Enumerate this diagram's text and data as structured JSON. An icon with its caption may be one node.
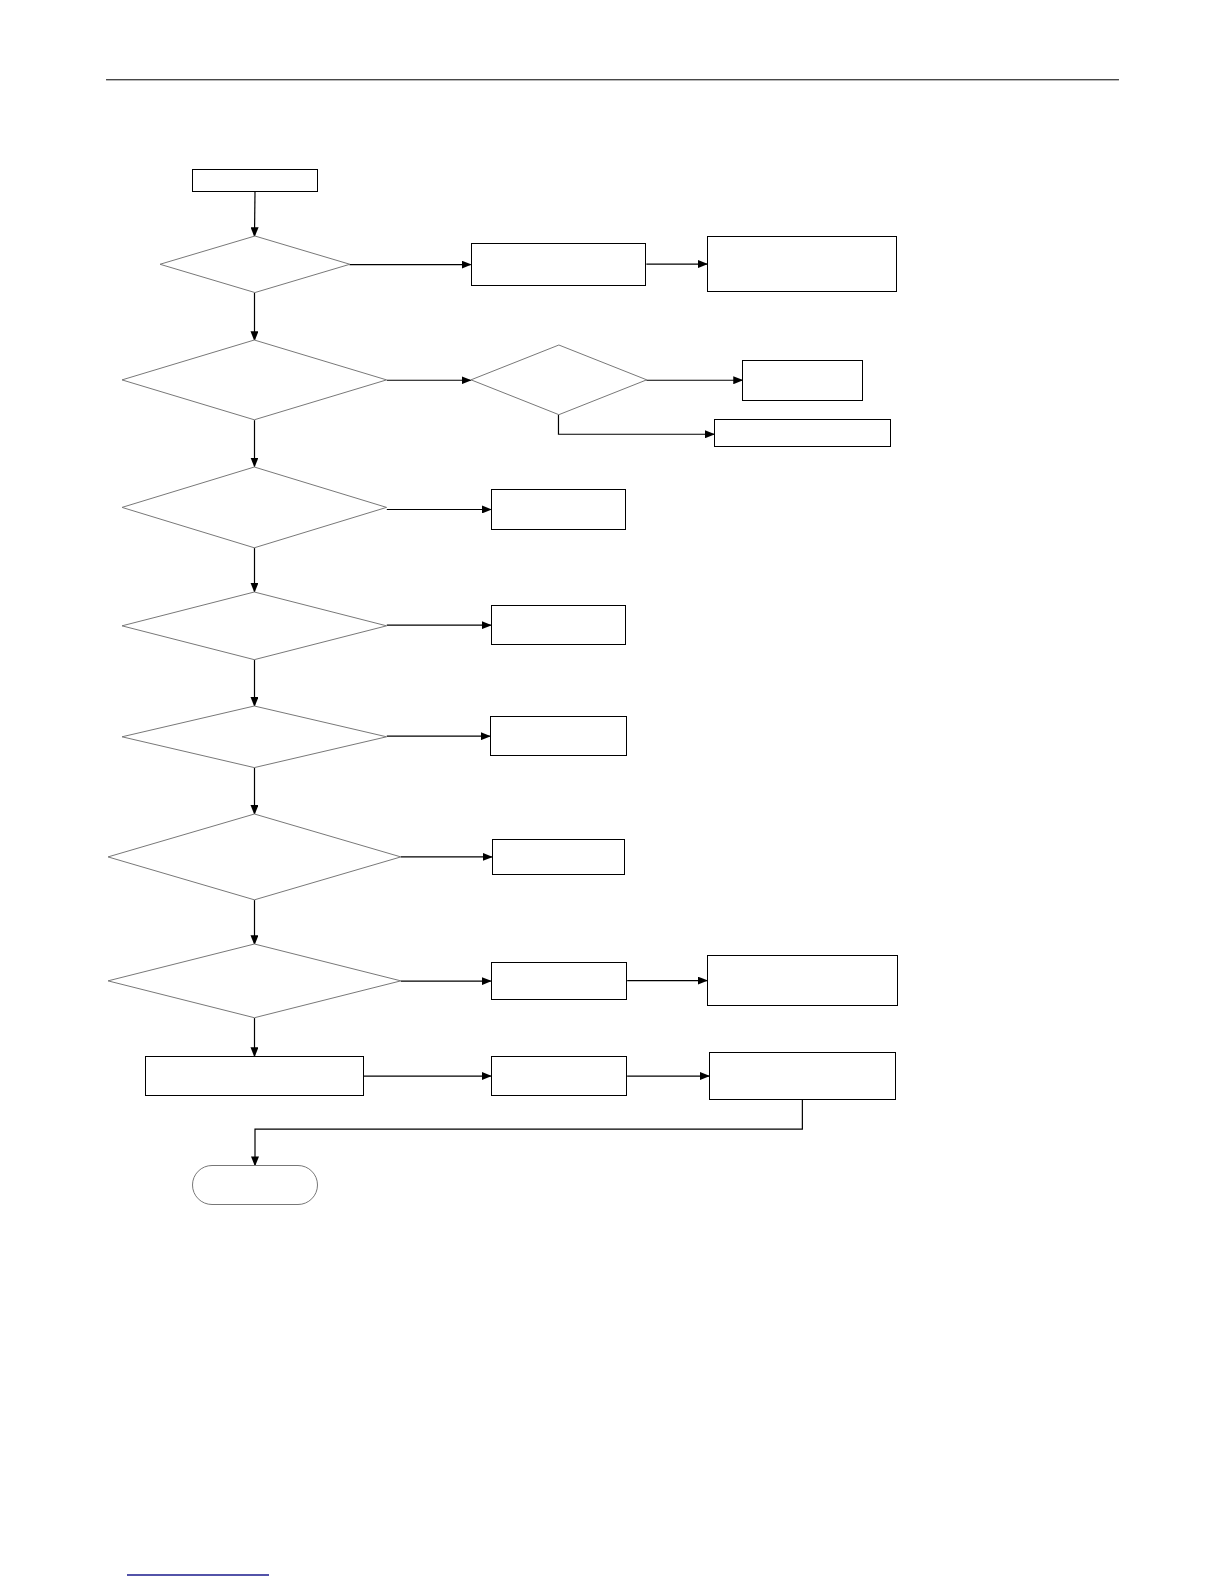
{
  "diagram": {
    "nodes": [
      {
        "text": [],
        "shape": "box"
      },
      {
        "text": [],
        "shape": "diamond"
      },
      {
        "text": [],
        "shape": "box"
      },
      {
        "text": [],
        "shape": "box"
      },
      {
        "text": [],
        "shape": "diamond"
      },
      {
        "text": [],
        "shape": "diamond"
      },
      {
        "text": [],
        "shape": "box"
      },
      {
        "text": [],
        "shape": "box"
      },
      {
        "text": [],
        "shape": "diamond"
      },
      {
        "text": [],
        "shape": "box"
      },
      {
        "text": [],
        "shape": "diamond"
      },
      {
        "text": [],
        "shape": "box"
      },
      {
        "text": [],
        "shape": "diamond"
      },
      {
        "text": [],
        "shape": "box"
      },
      {
        "text": [],
        "shape": "diamond"
      },
      {
        "text": [],
        "shape": "box"
      },
      {
        "text": [],
        "shape": "diamond"
      },
      {
        "text": [],
        "shape": "box"
      },
      {
        "text": [],
        "shape": "box"
      },
      {
        "text": [],
        "shape": "box"
      },
      {
        "text": [],
        "shape": "box"
      },
      {
        "text": [],
        "shape": "box"
      },
      {
        "text": [],
        "shape": "oval"
      }
    ],
    "edges": [
      {
        "from": 0,
        "to": 1,
        "arrow": "to"
      },
      {
        "from": 1,
        "to": 2,
        "arrow": "to"
      },
      {
        "from": 2,
        "to": 3,
        "arrow": "to"
      },
      {
        "from": 1,
        "to": 4,
        "arrow": "to"
      },
      {
        "from": 4,
        "to": 5,
        "arrow": "to"
      },
      {
        "from": 5,
        "to": 6,
        "arrow": "to"
      },
      {
        "from": 5,
        "to": 7,
        "arrow": "to"
      },
      {
        "from": 4,
        "to": 8,
        "arrow": "to"
      },
      {
        "from": 8,
        "to": 9,
        "arrow": "to"
      },
      {
        "from": 8,
        "to": 10,
        "arrow": "to"
      },
      {
        "from": 10,
        "to": 11,
        "arrow": "to"
      },
      {
        "from": 10,
        "to": 12,
        "arrow": "to"
      },
      {
        "from": 12,
        "to": 13,
        "arrow": "to"
      },
      {
        "from": 12,
        "to": 14,
        "arrow": "to"
      },
      {
        "from": 14,
        "to": 15,
        "arrow": "to"
      },
      {
        "from": 14,
        "to": 16,
        "arrow": "to"
      },
      {
        "from": 16,
        "to": 17,
        "arrow": "to"
      },
      {
        "from": 17,
        "to": 18,
        "arrow": "to"
      },
      {
        "from": 16,
        "to": 19,
        "arrow": "to"
      },
      {
        "from": 19,
        "to": 20,
        "arrow": "to"
      },
      {
        "from": 20,
        "to": 21,
        "arrow": "to"
      },
      {
        "from": 21,
        "to": 22,
        "arrow": "to"
      }
    ]
  }
}
